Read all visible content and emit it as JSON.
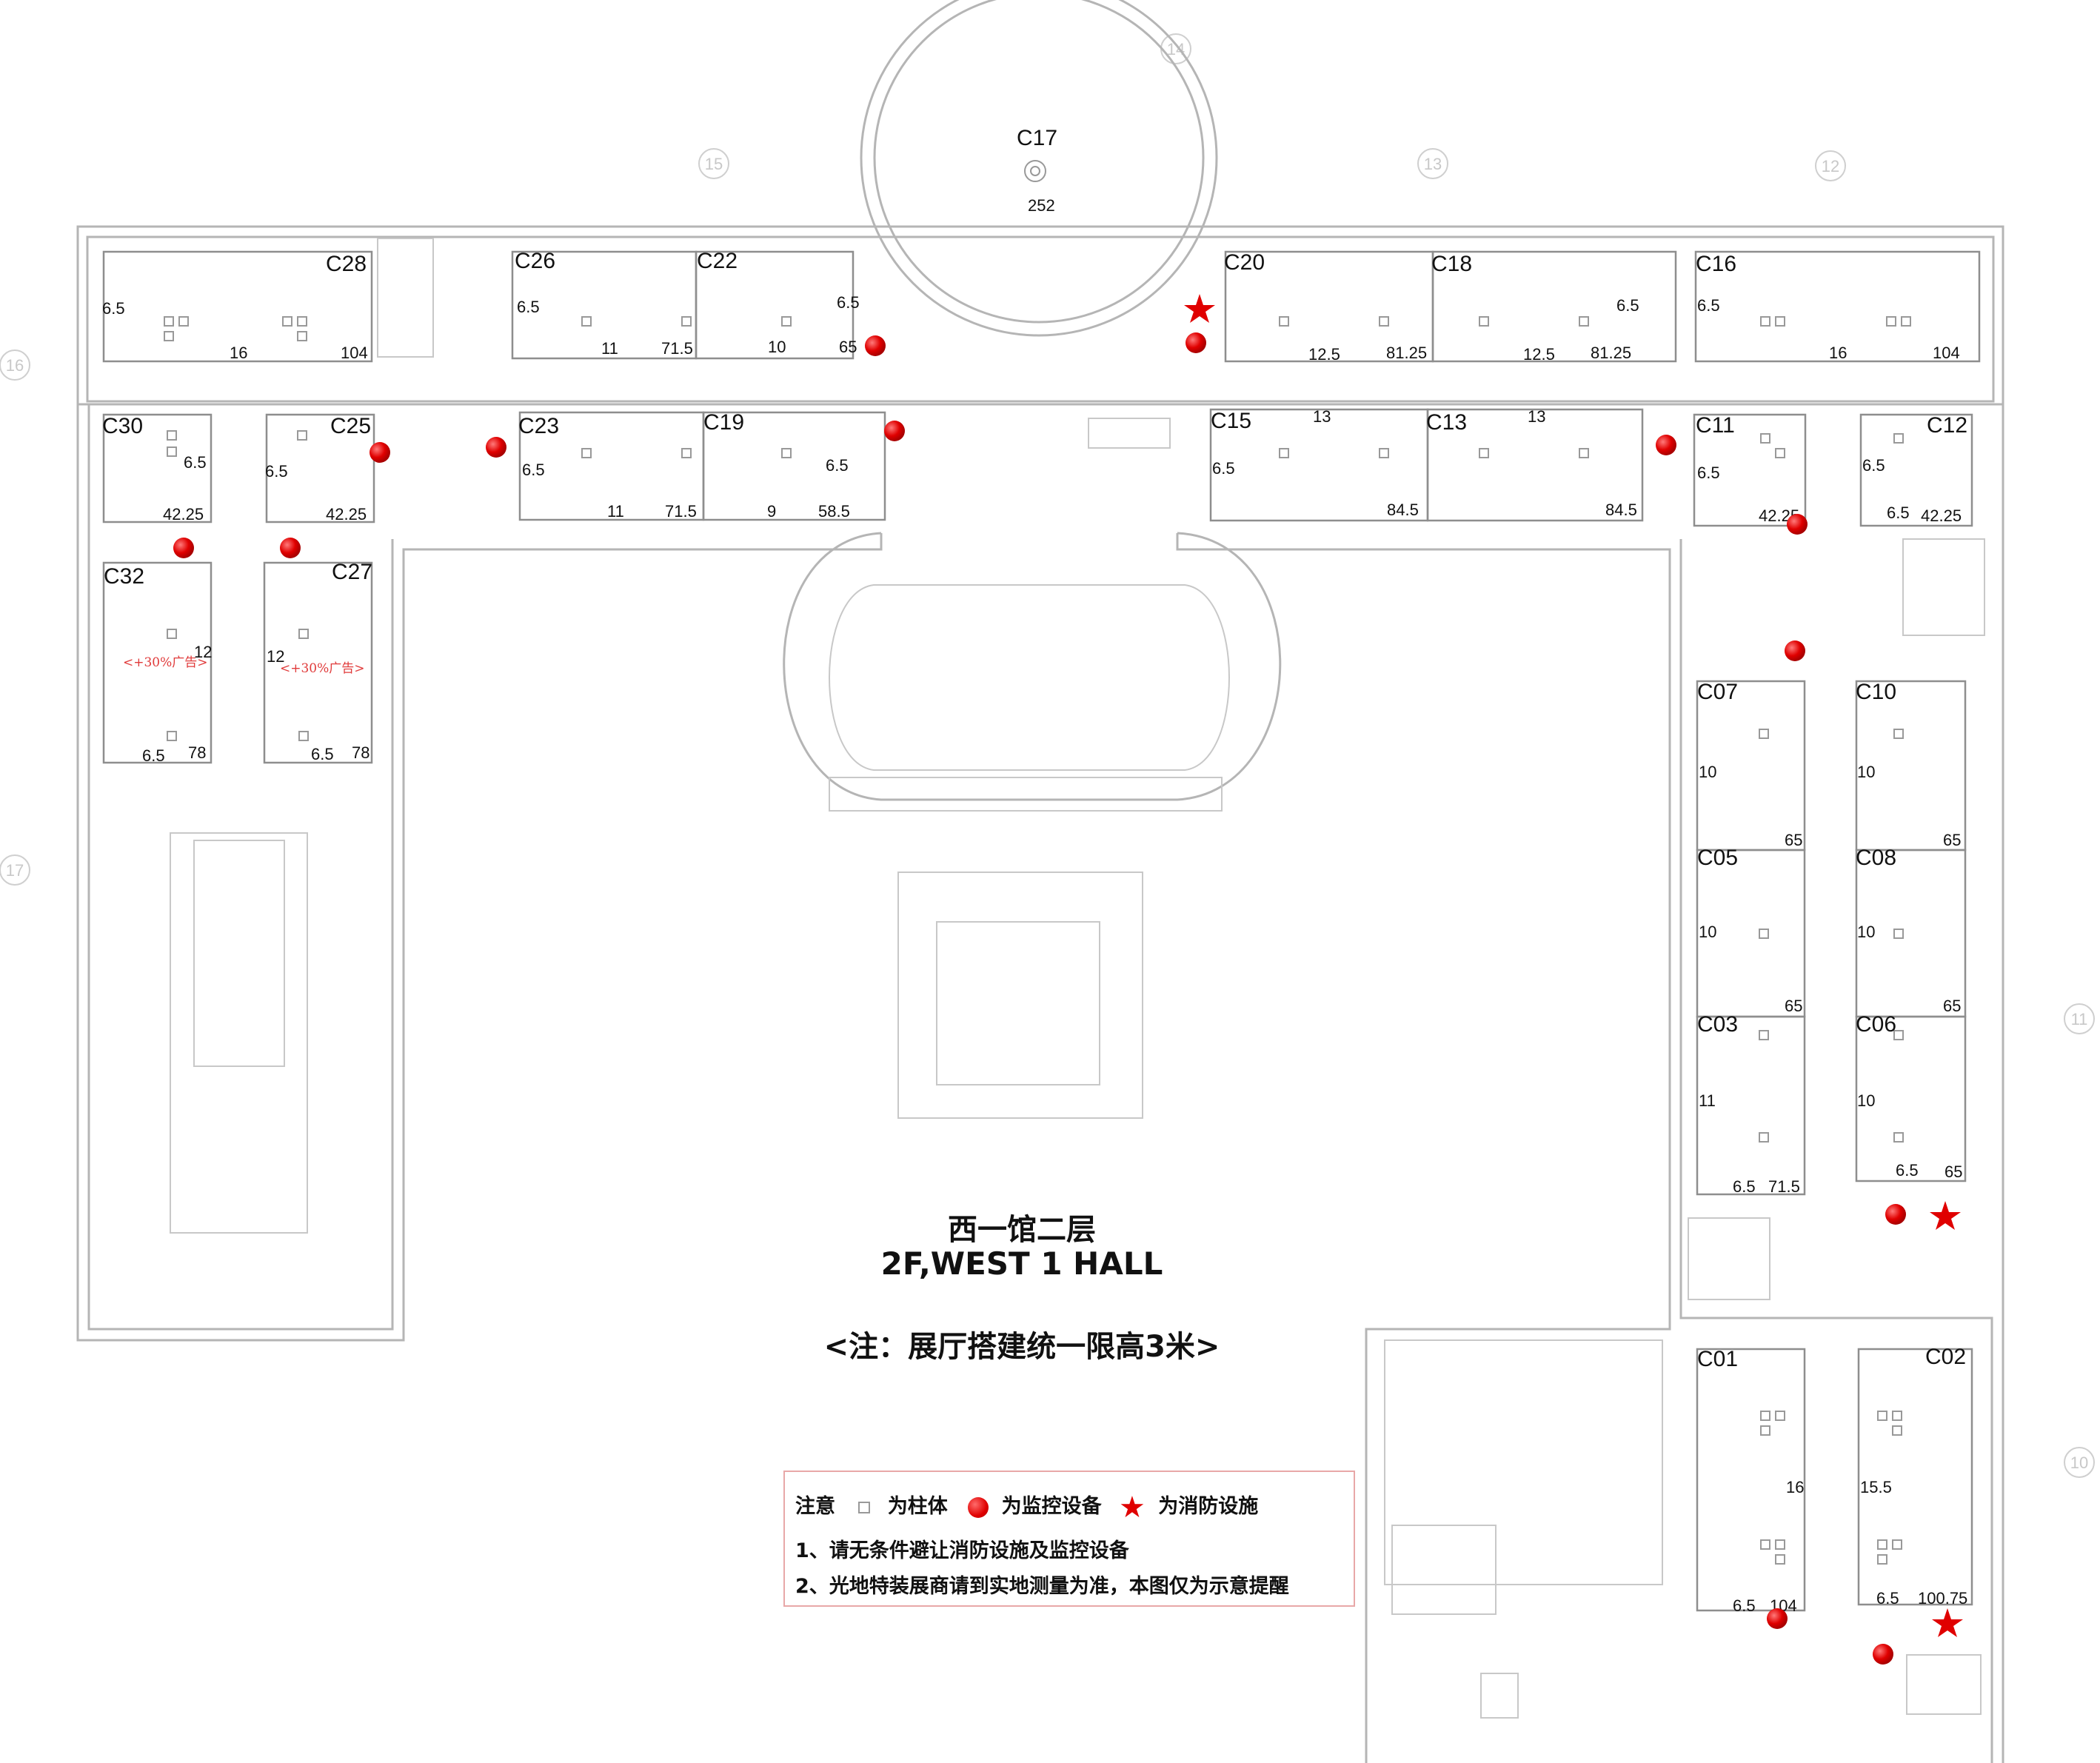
{
  "title": {
    "zh": "西一馆二层",
    "en": "2F,WEST 1 HALL",
    "note": "<注：展厅搭建统一限高3米>"
  },
  "legend": {
    "heading": "注意",
    "column": "为柱体",
    "camera": "为监控设备",
    "fire": "为消防设施",
    "rule1": "1、请无条件避让消防设施及监控设备",
    "rule2": "2、光地特装展商请到实地测量为准，本图仅为示意提醒"
  },
  "booths": [
    {
      "id": "C17",
      "area": "252"
    },
    {
      "id": "C28",
      "left": "6.5",
      "bottom": "16",
      "area": "104"
    },
    {
      "id": "C26",
      "left": "6.5",
      "bottom": "11",
      "area": "71.5"
    },
    {
      "id": "C22",
      "right": "6.5",
      "bottom": "10",
      "area": "65"
    },
    {
      "id": "C20",
      "bottom": "12.5",
      "area": "81.25"
    },
    {
      "id": "C18",
      "right": "6.5",
      "bottom": "12.5",
      "area": "81.25"
    },
    {
      "id": "C16",
      "left": "6.5",
      "bottom": "16",
      "area": "104"
    },
    {
      "id": "C30",
      "side": "6.5",
      "area": "42.25"
    },
    {
      "id": "C25",
      "side": "6.5",
      "area": "42.25"
    },
    {
      "id": "C23",
      "left": "6.5",
      "bottom": "11",
      "area": "71.5"
    },
    {
      "id": "C19",
      "right": "6.5",
      "bottom": "9",
      "area": "58.5"
    },
    {
      "id": "C15",
      "left": "6.5",
      "top": "13",
      "area": "84.5"
    },
    {
      "id": "C13",
      "top": "13",
      "area": "84.5"
    },
    {
      "id": "C11",
      "side": "6.5",
      "area": "42.25"
    },
    {
      "id": "C12",
      "side": "6.5",
      "bottom": "6.5",
      "area": "42.25"
    },
    {
      "id": "C32",
      "side": "12",
      "bottom": "6.5",
      "area": "78",
      "ad": "<+30%广告>"
    },
    {
      "id": "C27",
      "side": "12",
      "bottom": "6.5",
      "area": "78",
      "ad": "<+30%广告>"
    },
    {
      "id": "C07",
      "side": "10",
      "area": "65"
    },
    {
      "id": "C10",
      "side": "10",
      "area": "65"
    },
    {
      "id": "C05",
      "side": "10",
      "area": "65"
    },
    {
      "id": "C08",
      "side": "10",
      "area": "65"
    },
    {
      "id": "C03",
      "side": "11",
      "bottom": "6.5",
      "area": "71.5"
    },
    {
      "id": "C06",
      "side": "10",
      "bottom": "6.5",
      "area": "65"
    },
    {
      "id": "C01",
      "side": "16",
      "bottom": "6.5",
      "area": "104"
    },
    {
      "id": "C02",
      "side": "15.5",
      "bottom": "6.5",
      "area": "100.75"
    }
  ],
  "grid_axes": [
    "14",
    "15",
    "13",
    "12",
    "16",
    "17",
    "11",
    "10"
  ],
  "colors": {
    "camera": "#e00000",
    "fire": "#e00000",
    "booth_line": "#8e8e8e",
    "wall": "#b5b5b5",
    "legend_border": "#e8a8a8"
  }
}
